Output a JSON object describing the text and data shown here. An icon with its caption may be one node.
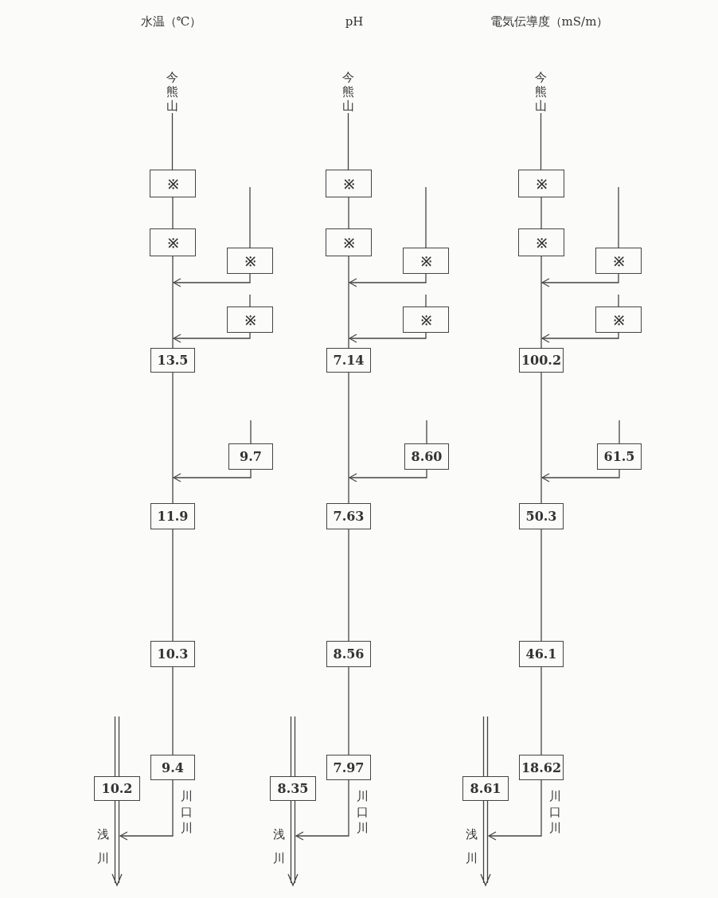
{
  "diagram": {
    "nodes": [
      {
        "text": [
          "今熊山"
        ]
      },
      {
        "text": [
          "※"
        ]
      },
      {
        "text": [
          "※"
        ]
      },
      {
        "text": [
          "※"
        ]
      },
      {
        "text": [
          "※"
        ]
      },
      {
        "text": [
          "13.5"
        ]
      },
      {
        "text": [
          "9.7"
        ]
      },
      {
        "text": [
          "11.9"
        ]
      },
      {
        "text": [
          "10.3"
        ]
      },
      {
        "text": [
          "9.4"
        ],
        "beside": [
          "川口川"
        ]
      },
      {
        "text": [
          "10.2"
        ],
        "beside": [
          "浅川"
        ]
      },
      {
        "text": [
          "今熊山"
        ]
      },
      {
        "text": [
          "※"
        ]
      },
      {
        "text": [
          "※"
        ]
      },
      {
        "text": [
          "※"
        ]
      },
      {
        "text": [
          "※"
        ]
      },
      {
        "text": [
          "7.14"
        ]
      },
      {
        "text": [
          "8.60"
        ]
      },
      {
        "text": [
          "7.63"
        ]
      },
      {
        "text": [
          "8.56"
        ]
      },
      {
        "text": [
          "7.97"
        ],
        "beside": [
          "川口川"
        ]
      },
      {
        "text": [
          "8.35"
        ],
        "beside": [
          "浅川"
        ]
      },
      {
        "text": [
          "今熊山"
        ]
      },
      {
        "text": [
          "※"
        ]
      },
      {
        "text": [
          "※"
        ]
      },
      {
        "text": [
          "※"
        ]
      },
      {
        "text": [
          "※"
        ]
      },
      {
        "text": [
          "100.2"
        ]
      },
      {
        "text": [
          "61.5"
        ]
      },
      {
        "text": [
          "50.3"
        ]
      },
      {
        "text": [
          "46.1"
        ]
      },
      {
        "text": [
          "18.62"
        ],
        "beside": [
          "川口川"
        ]
      },
      {
        "text": [
          "8.61"
        ],
        "beside": [
          "浅川"
        ]
      }
    ],
    "edges": [
      {
        "from": 0,
        "to": 1,
        "arrow": "none"
      },
      {
        "from": 1,
        "to": 2,
        "arrow": "none"
      },
      {
        "from": 2,
        "to": 5,
        "arrow": "none"
      },
      {
        "from": null,
        "to": 3,
        "arrow": "none"
      },
      {
        "from": 3,
        "to": null,
        "arrow": "to"
      },
      {
        "from": null,
        "to": 4,
        "arrow": "none"
      },
      {
        "from": 4,
        "to": 5,
        "arrow": "to"
      },
      {
        "from": 5,
        "to": 7,
        "arrow": "none"
      },
      {
        "from": null,
        "to": 6,
        "arrow": "none"
      },
      {
        "from": 6,
        "to": 7,
        "arrow": "to"
      },
      {
        "from": 7,
        "to": 8,
        "arrow": "none"
      },
      {
        "from": 8,
        "to": 9,
        "arrow": "none"
      },
      {
        "from": 9,
        "to": 10,
        "arrow": "to"
      },
      {
        "from": null,
        "to": 10,
        "arrow": "none"
      },
      {
        "from": 10,
        "to": null,
        "arrow": "to"
      },
      {
        "from": 11,
        "to": 12,
        "arrow": "none"
      },
      {
        "from": 12,
        "to": 13,
        "arrow": "none"
      },
      {
        "from": 13,
        "to": 16,
        "arrow": "none"
      },
      {
        "from": null,
        "to": 14,
        "arrow": "none"
      },
      {
        "from": 14,
        "to": null,
        "arrow": "to"
      },
      {
        "from": null,
        "to": 15,
        "arrow": "none"
      },
      {
        "from": 15,
        "to": 16,
        "arrow": "to"
      },
      {
        "from": 16,
        "to": 18,
        "arrow": "none"
      },
      {
        "from": null,
        "to": 17,
        "arrow": "none"
      },
      {
        "from": 17,
        "to": 18,
        "arrow": "to"
      },
      {
        "from": 18,
        "to": 19,
        "arrow": "none"
      },
      {
        "from": 19,
        "to": 20,
        "arrow": "none"
      },
      {
        "from": 20,
        "to": 21,
        "arrow": "to"
      },
      {
        "from": null,
        "to": 21,
        "arrow": "none"
      },
      {
        "from": 21,
        "to": null,
        "arrow": "to"
      },
      {
        "from": 22,
        "to": 23,
        "arrow": "none"
      },
      {
        "from": 23,
        "to": 24,
        "arrow": "none"
      },
      {
        "from": 24,
        "to": 27,
        "arrow": "none"
      },
      {
        "from": null,
        "to": 25,
        "arrow": "none"
      },
      {
        "from": 25,
        "to": null,
        "arrow": "to"
      },
      {
        "from": null,
        "to": 26,
        "arrow": "none"
      },
      {
        "from": 26,
        "to": 27,
        "arrow": "to"
      },
      {
        "from": 27,
        "to": 29,
        "arrow": "none"
      },
      {
        "from": null,
        "to": 28,
        "arrow": "none"
      },
      {
        "from": 28,
        "to": 29,
        "arrow": "to"
      },
      {
        "from": 29,
        "to": 30,
        "arrow": "none"
      },
      {
        "from": 30,
        "to": 31,
        "arrow": "none"
      },
      {
        "from": 31,
        "to": 32,
        "arrow": "to"
      },
      {
        "from": null,
        "to": 32,
        "arrow": "none"
      },
      {
        "from": 32,
        "to": null,
        "arrow": "to"
      }
    ],
    "labels": [
      "水温（℃）",
      "pH",
      "電気伝導度（mS/m）"
    ]
  }
}
